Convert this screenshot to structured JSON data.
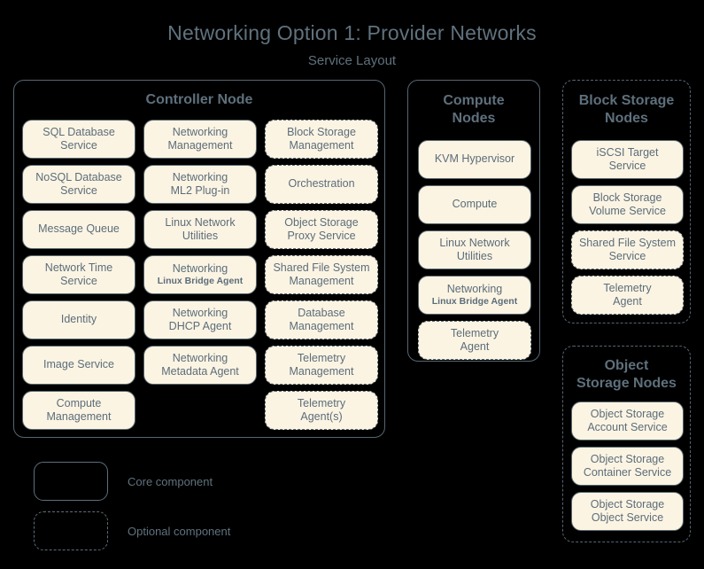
{
  "title": "Networking Option 1: Provider Networks",
  "subtitle": "Service Layout",
  "colors": {
    "background": "#000000",
    "box_fill": "#fcf4e3",
    "box_border": "#57686f",
    "text": "#5b6d7a",
    "title_text": "#60727e",
    "panel_border": "#566671"
  },
  "panels": {
    "controller": {
      "title": "Controller Node",
      "style": "core",
      "components": [
        {
          "line1": "SQL Database",
          "line2": "Service",
          "style": "core"
        },
        {
          "line1": "Networking",
          "line2": "Management",
          "style": "core"
        },
        {
          "line1": "Block Storage",
          "line2": "Management",
          "style": "optional"
        },
        {
          "line1": "NoSQL Database",
          "line2": "Service",
          "style": "core"
        },
        {
          "line1": "Networking",
          "line2": "ML2 Plug-in",
          "style": "core"
        },
        {
          "line1": "Orchestration",
          "line2": "",
          "style": "optional"
        },
        {
          "line1": "Message Queue",
          "line2": "",
          "style": "core"
        },
        {
          "line1": "Linux Network",
          "line2": "Utilities",
          "style": "core"
        },
        {
          "line1": "Object Storage",
          "line2": "Proxy Service",
          "style": "optional"
        },
        {
          "line1": "Network Time",
          "line2": "Service",
          "style": "core"
        },
        {
          "line1": "Networking",
          "line2": "Linux Bridge Agent",
          "style": "core",
          "sub": true
        },
        {
          "line1": "Shared File System",
          "line2": "Management",
          "style": "optional"
        },
        {
          "line1": "Identity",
          "line2": "",
          "style": "core"
        },
        {
          "line1": "Networking",
          "line2": "DHCP Agent",
          "style": "core"
        },
        {
          "line1": "Database",
          "line2": "Management",
          "style": "optional"
        },
        {
          "line1": "Image Service",
          "line2": "",
          "style": "core"
        },
        {
          "line1": "Networking",
          "line2": "Metadata Agent",
          "style": "core"
        },
        {
          "line1": "Telemetry",
          "line2": "Management",
          "style": "optional"
        },
        {
          "line1": "Compute",
          "line2": "Management",
          "style": "core"
        },
        {
          "line1": "",
          "line2": "",
          "style": "empty"
        },
        {
          "line1": "Telemetry",
          "line2": "Agent(s)",
          "style": "optional"
        }
      ]
    },
    "compute": {
      "title_line1": "Compute",
      "title_line2": "Nodes",
      "style": "core",
      "components": [
        {
          "line1": "KVM Hypervisor",
          "line2": "",
          "style": "core"
        },
        {
          "line1": "Compute",
          "line2": "",
          "style": "core"
        },
        {
          "line1": "Linux Network",
          "line2": "Utilities",
          "style": "core"
        },
        {
          "line1": "Networking",
          "line2": "Linux Bridge Agent",
          "style": "core",
          "sub": true
        },
        {
          "line1": "Telemetry",
          "line2": "Agent",
          "style": "optional"
        }
      ]
    },
    "block_storage": {
      "title_line1": "Block Storage",
      "title_line2": "Nodes",
      "style": "optional",
      "components": [
        {
          "line1": "iSCSI Target",
          "line2": "Service",
          "style": "core"
        },
        {
          "line1": "Block Storage",
          "line2": "Volume Service",
          "style": "core"
        },
        {
          "line1": "Shared File System",
          "line2": "Service",
          "style": "optional"
        },
        {
          "line1": "Telemetry",
          "line2": "Agent",
          "style": "optional"
        }
      ]
    },
    "object_storage": {
      "title_line1": "Object",
      "title_line2": "Storage Nodes",
      "style": "optional",
      "components": [
        {
          "line1": "Object Storage",
          "line2": "Account Service",
          "style": "core"
        },
        {
          "line1": "Object Storage",
          "line2": "Container Service",
          "style": "core"
        },
        {
          "line1": "Object Storage",
          "line2": "Object Service",
          "style": "core"
        }
      ]
    }
  },
  "legend": [
    {
      "label": "Core component",
      "style": "core"
    },
    {
      "label": "Optional component",
      "style": "optional"
    }
  ]
}
